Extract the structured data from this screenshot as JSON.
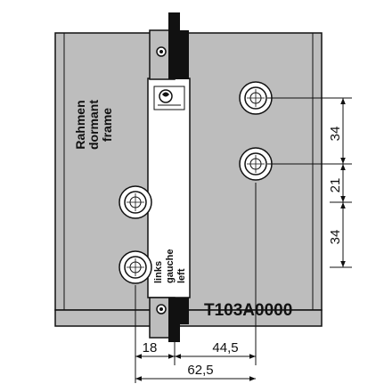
{
  "frame_label": {
    "line1": "Rahmen",
    "line2": "dormant",
    "line3": "frame"
  },
  "side_label": {
    "line1": "links",
    "line2": "gauche",
    "line3": "left"
  },
  "part_number": "T103A0000",
  "dimensions": {
    "vertical_top": "34",
    "vertical_middle": "21",
    "vertical_bottom": "34",
    "horizontal_left": "18",
    "horizontal_right": "44,5",
    "horizontal_total": "62,5"
  },
  "colors": {
    "plate_fill": "#bdbdbd",
    "hinge_leaf_fill": "#ffffff",
    "knuckle_fill": "#111111",
    "line": "#111111"
  },
  "icons": {
    "logo": "manufacturer-logo-icon"
  }
}
